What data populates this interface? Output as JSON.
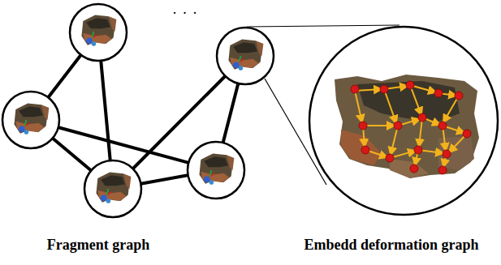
{
  "diagram": {
    "labels": [
      "· · ·",
      "Fragment graph",
      "Embedd deformation graph"
    ]
  }
}
